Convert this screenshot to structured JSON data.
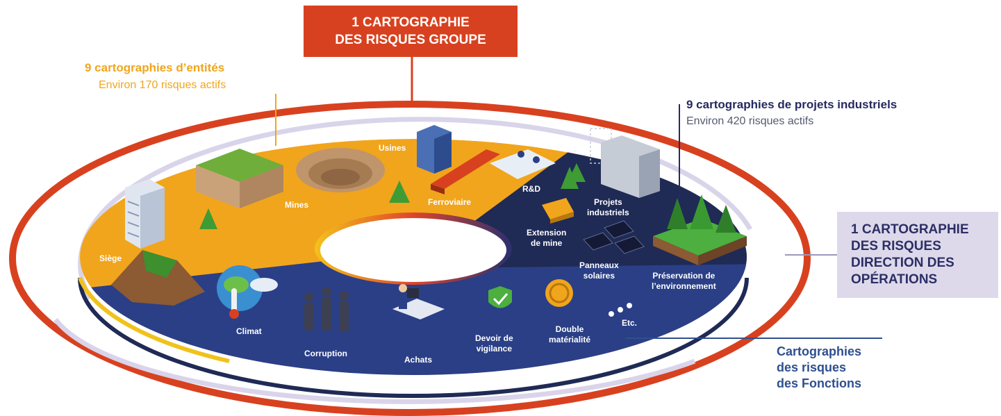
{
  "top_box": {
    "line1": "1 CARTOGRAPHIE",
    "line2": "DES RISQUES GROUPE"
  },
  "entites": {
    "title": "9 cartographies d’entités",
    "subtitle": "Environ 170 risques actifs"
  },
  "projets": {
    "title": "9 cartographies de projets industriels",
    "subtitle": "Environ 420 risques actifs"
  },
  "direction_box": {
    "line1": "1 CARTOGRAPHIE",
    "line2": "DES RISQUES",
    "line3": "DIRECTION DES",
    "line4": "OPÉRATIONS"
  },
  "fonctions": {
    "line1": "Cartographies",
    "line2": "des risques",
    "line3": "des Fonctions"
  },
  "ring_labels": {
    "siege": "Siège",
    "mines": "Mines",
    "usines": "Usines",
    "ferroviaire": "Ferroviaire",
    "rd": "R&D",
    "extension_1": "Extension",
    "extension_2": "de mine",
    "projets_1": "Projets",
    "projets_2": "industriels",
    "panneaux_1": "Panneaux",
    "panneaux_2": "solaires",
    "preservation_1": "Préservation de",
    "preservation_2": "l’environnement",
    "climat": "Climat",
    "corruption": "Corruption",
    "achats": "Achats",
    "devoir_1": "Devoir de",
    "devoir_2": "vigilance",
    "double_1": "Double",
    "double_2": "matérialité",
    "etc": "Etc."
  },
  "colors": {
    "orange": "#f1a51c",
    "red": "#d8411f",
    "navy": "#1f2a55",
    "blue": "#2a3f86",
    "lavender": "#ddd9ea"
  }
}
